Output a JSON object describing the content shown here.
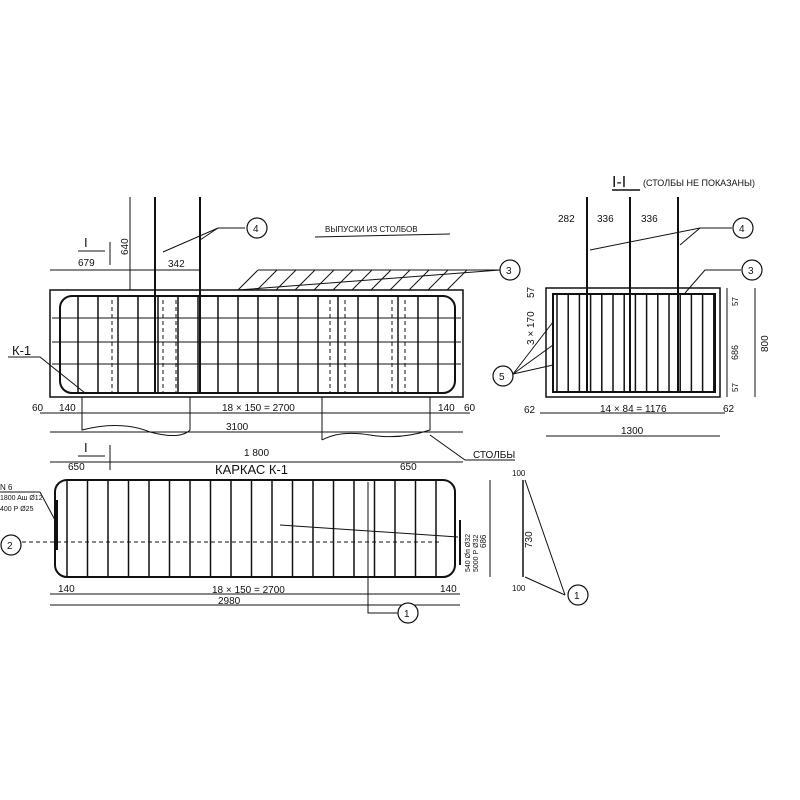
{
  "elevation": {
    "label_k1": "К-1",
    "label_outlets": "ВЫПУСКИ ИЗ СТОЛБОВ",
    "label_columns": "СТОЛБЫ",
    "section_mark": "I",
    "dims": {
      "d679": "679",
      "d342": "342",
      "d640": "640",
      "d60_left": "60",
      "d140_left": "140",
      "d_spacing": "18 × 150 = 2700",
      "d140_right": "140",
      "d60_right": "60",
      "d3100": "3100",
      "d1800": "1 800",
      "d650_left": "650",
      "d650_right": "650"
    },
    "callouts": {
      "c4": "4",
      "c3": "3"
    }
  },
  "cage": {
    "title": "КАРКАС К-1",
    "note_left": [
      "N 6",
      "1800 Aш Ø12",
      "400 Р Ø25"
    ],
    "note_right": [
      "540 Øп Ø32",
      "5000 Р Ø32",
      "686"
    ],
    "dims": {
      "d140_left": "140",
      "d_spacing": "18 × 150 = 2700",
      "d2980": "2980",
      "d140_right": "140",
      "d100_top": "100",
      "d730": "730",
      "d100_bottom": "100"
    },
    "callouts": {
      "c2": "2",
      "c1a": "1",
      "c1b": "1"
    }
  },
  "section": {
    "title": "I-I",
    "subtitle": "(СТОЛБЫ НЕ ПОКАЗАНЫ)",
    "dims": {
      "d282": "282",
      "d336a": "336",
      "d336b": "336",
      "d57_top": "57",
      "d686": "686",
      "d57_bottom": "57",
      "d800": "800",
      "d3x170": "3 × 170",
      "d57_left": "57",
      "d62_left": "62",
      "d_spacing": "14 × 84 = 1176",
      "d62_right": "62",
      "d1300": "1300"
    },
    "callouts": {
      "c4": "4",
      "c3": "3",
      "c5": "5"
    }
  }
}
